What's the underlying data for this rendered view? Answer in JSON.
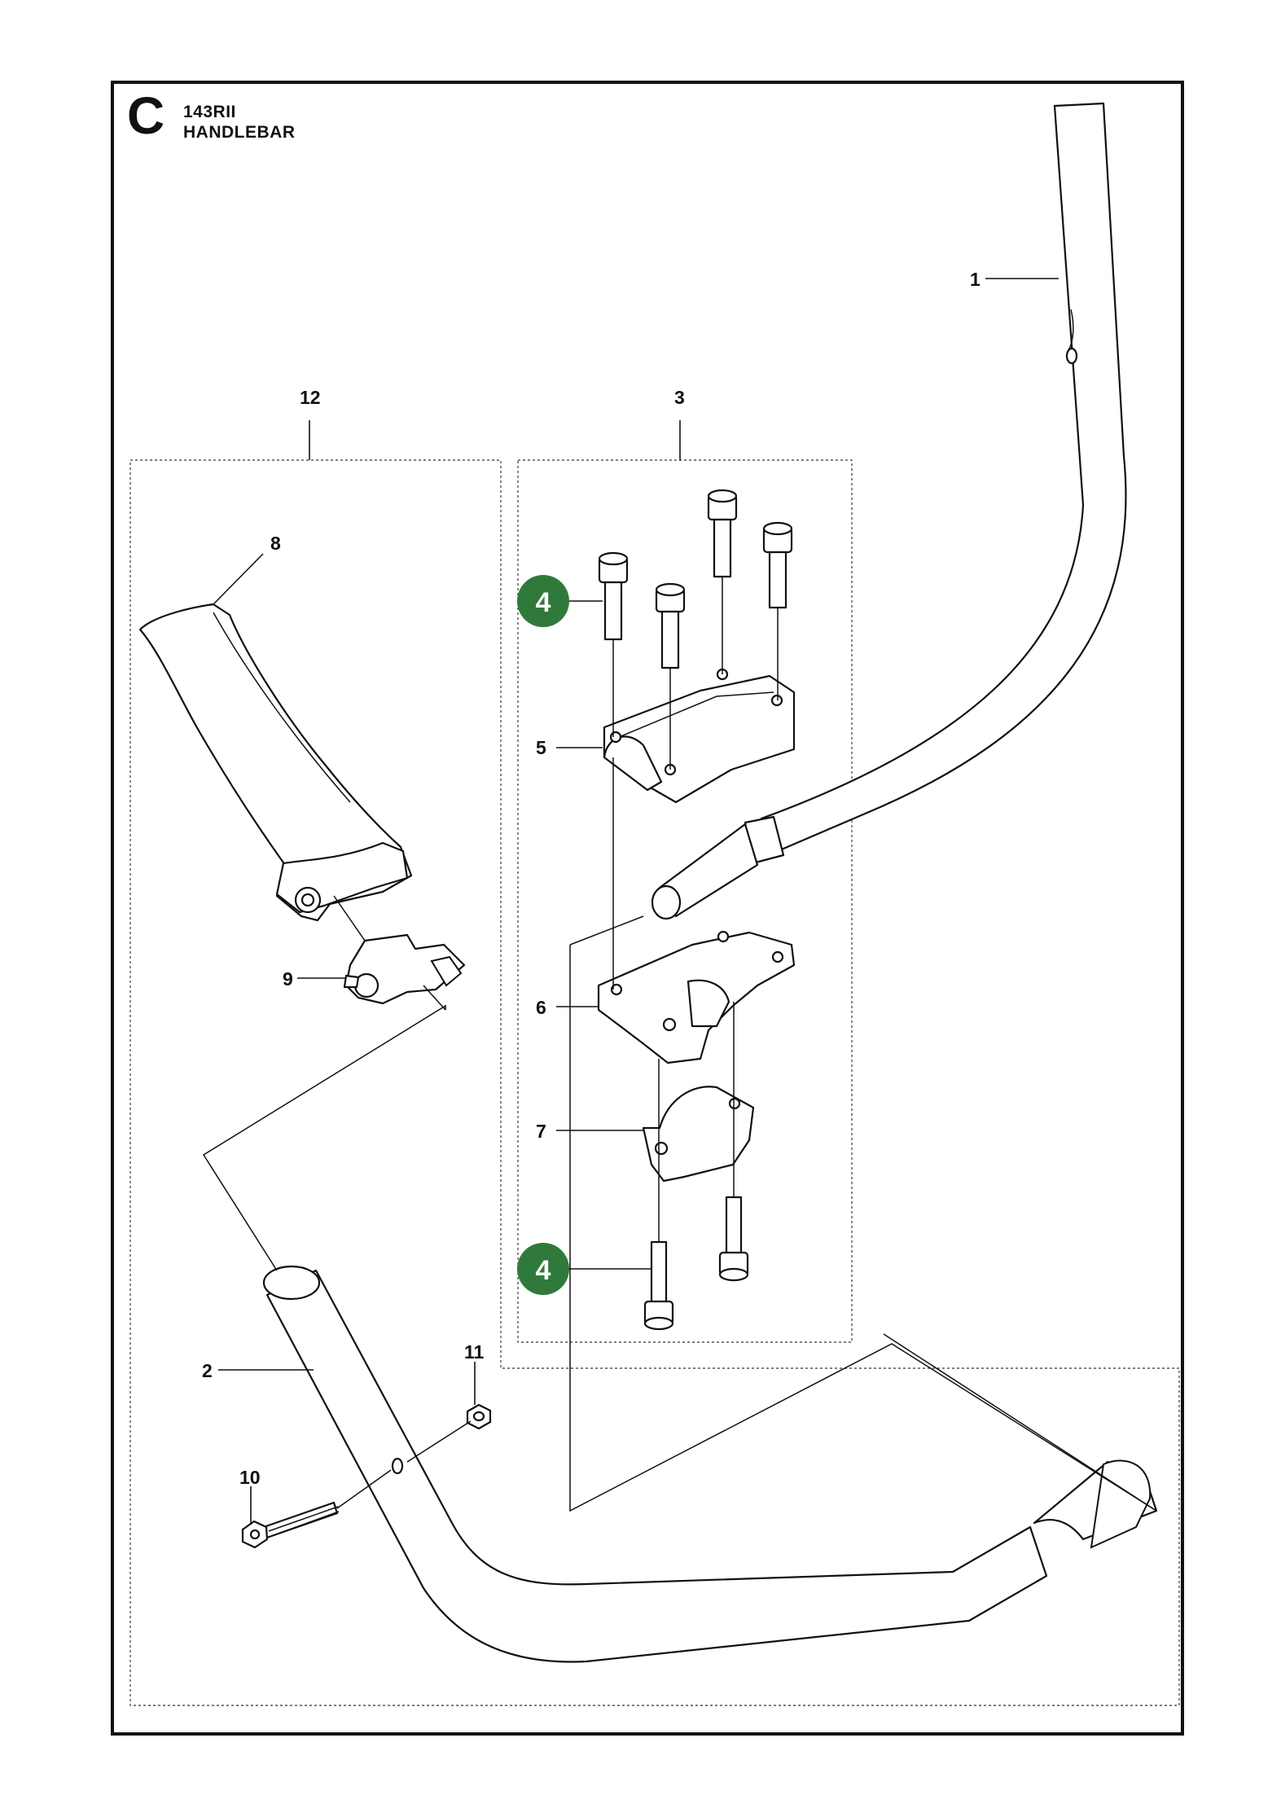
{
  "header": {
    "section_letter": "C",
    "model": "143RII",
    "title": "HANDLEBAR"
  },
  "colors": {
    "line": "#111111",
    "badge": "#2f7a3a",
    "badge_text": "#ffffff"
  },
  "callouts": {
    "p1": "1",
    "p2": "2",
    "p3": "3",
    "p4a": "4",
    "p4b": "4",
    "p5": "5",
    "p6": "6",
    "p7": "7",
    "p8": "8",
    "p9": "9",
    "p10": "10",
    "p11": "11",
    "p12": "12"
  }
}
